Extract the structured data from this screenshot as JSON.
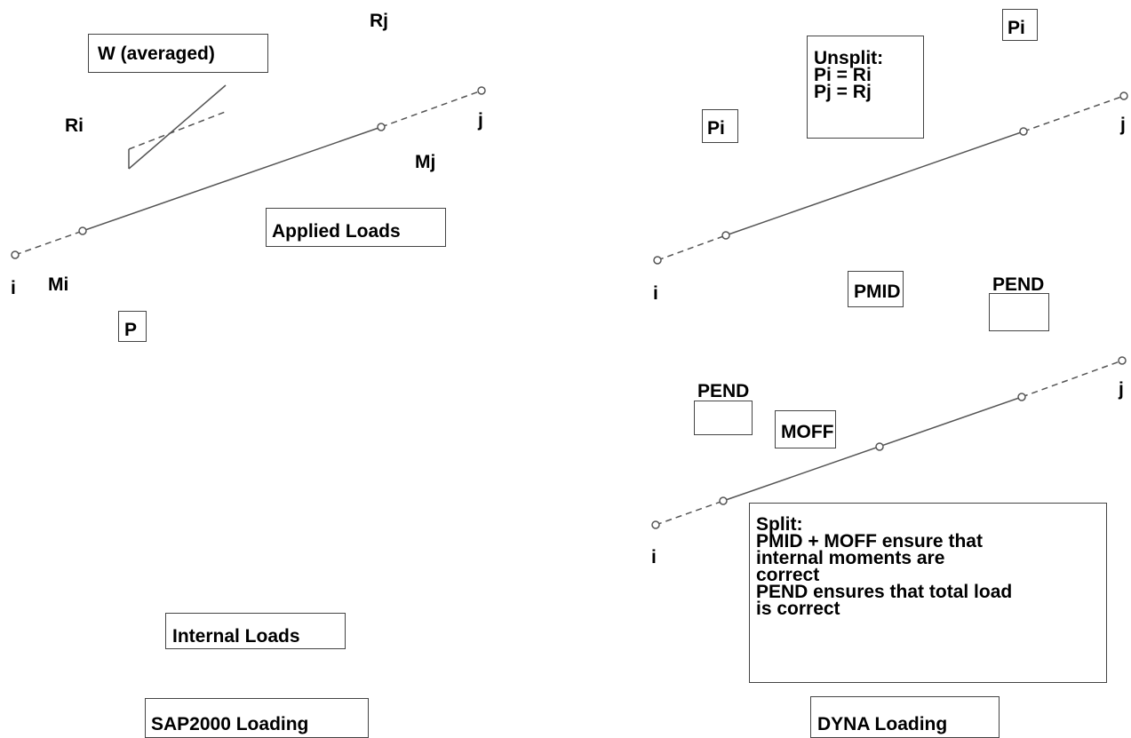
{
  "left": {
    "title": "SAP2000 Loading",
    "applied_loads": "Applied Loads",
    "internal_loads": "Internal Loads",
    "w_label": "W (averaged)",
    "ri": "Ri",
    "rj": "Rj",
    "mi": "Mi",
    "mj": "Mj",
    "p": "P",
    "node_i": "i",
    "node_j": "j"
  },
  "right": {
    "title": "DYNA Loading",
    "unsplit_note": "Unsplit:\nPi = Ri\nPj = Rj",
    "pi_left": "Pi",
    "pi_right": "Pi",
    "pmid": "PMID",
    "pend_upper": "PEND",
    "pend_lower": "PEND",
    "moff": "MOFF",
    "split_note": "Split:\nPMID + MOFF ensure that\ninternal moments are\ncorrect\nPEND ensures that total load\nis correct",
    "node_i_top": "i",
    "node_j_top": "j",
    "node_i_bottom": "i",
    "node_j_bottom": "j"
  },
  "colors": {
    "line": "#555555",
    "text": "#000000"
  }
}
